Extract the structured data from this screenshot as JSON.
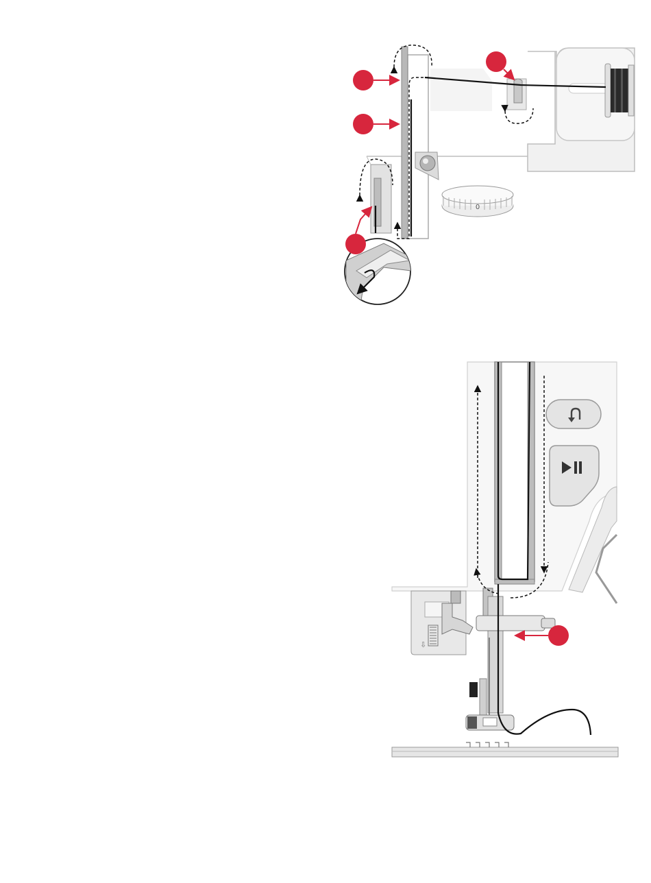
{
  "colors": {
    "accent": "#d7263d",
    "thread": "#111111",
    "machine_body": "#f3f3f3",
    "machine_edge": "#bdbdbd",
    "metal": "#9a9a9a",
    "button": "#e4e4e4"
  },
  "figure_top": {
    "markers": [
      {
        "id": "marker-1",
        "label": ""
      },
      {
        "id": "marker-2",
        "label": ""
      },
      {
        "id": "marker-3",
        "label": ""
      },
      {
        "id": "marker-4",
        "label": ""
      }
    ],
    "dial": {
      "label": "0"
    }
  },
  "figure_bottom": {
    "markers": [
      {
        "id": "marker-5",
        "label": ""
      }
    ],
    "buttons": [
      {
        "name": "reverse-button",
        "icon": "reverse-arrow-icon"
      },
      {
        "name": "start-stop-button",
        "icon": "play-pause-icon"
      }
    ]
  }
}
